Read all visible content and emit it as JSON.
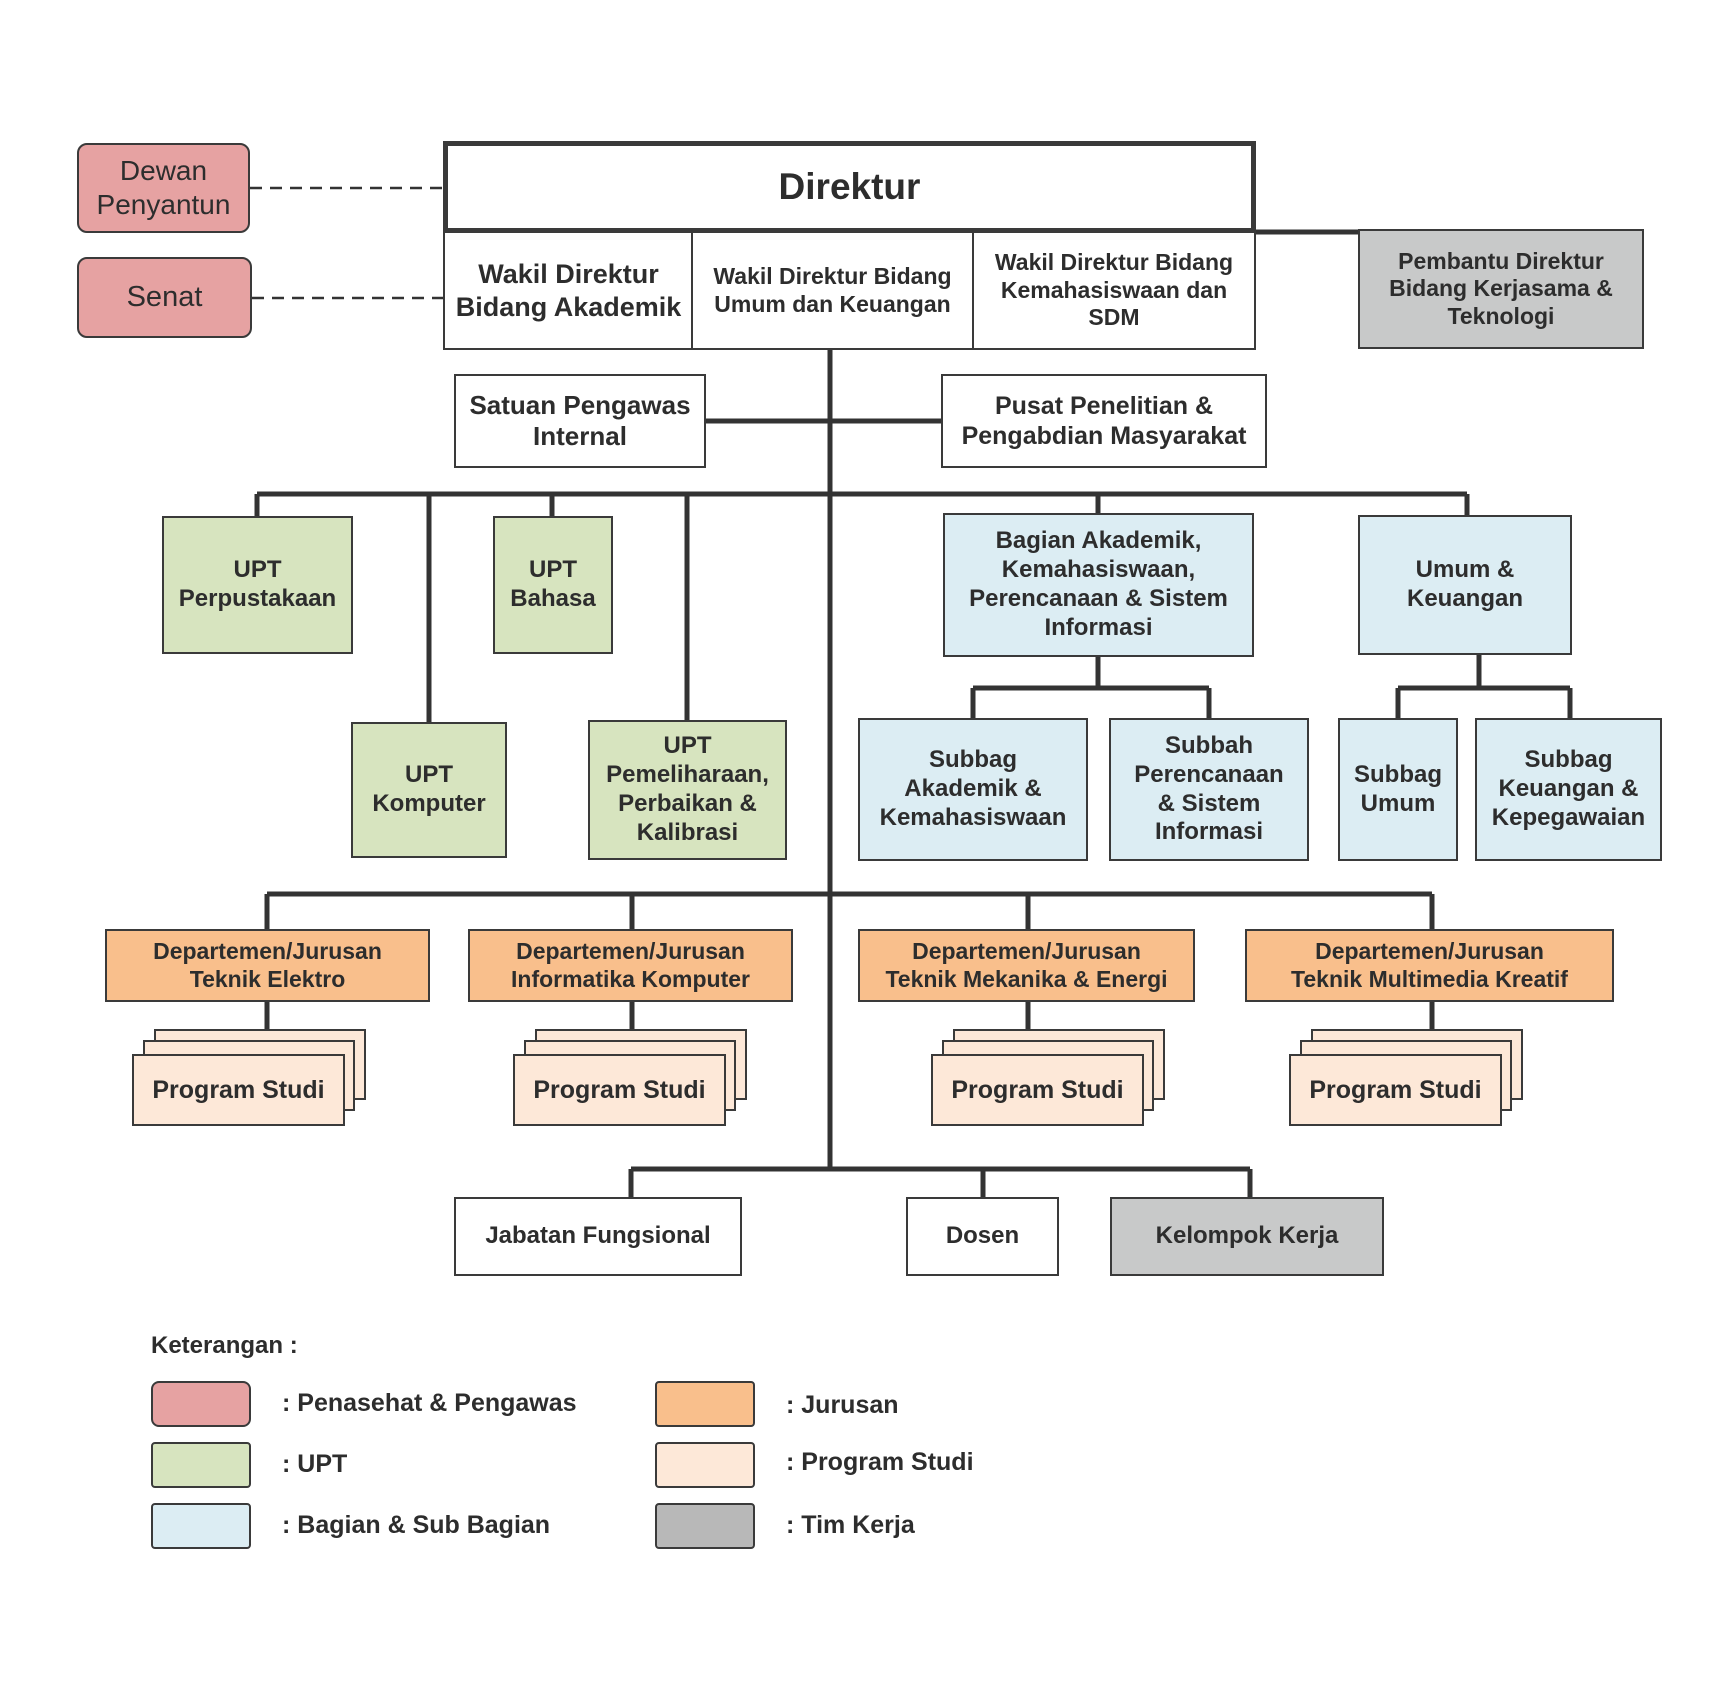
{
  "nodes": {
    "dewan": "Dewan\nPenyantun",
    "senat": "Senat",
    "direktur": "Direktur",
    "wadir_akademik": "Wakil Direktur\nBidang Akademik",
    "wadir_umum": "Wakil Direktur Bidang\nUmum dan Keuangan",
    "wadir_kemahasiswaan": "Wakil Direktur Bidang\nKemahasiswaan dan\nSDM",
    "pembantu_direktur": "Pembantu Direktur\nBidang Kerjasama &\nTeknologi",
    "spi": "Satuan Pengawas\nInternal",
    "p3m": "Pusat Penelitian &\nPengabdian Masyarakat",
    "upt_perpustakaan": "UPT\nPerpustakaan",
    "upt_bahasa": "UPT\nBahasa",
    "upt_komputer": "UPT\nKomputer",
    "upt_pemeliharaan": "UPT\nPemeliharaan,\nPerbaikan &\nKalibrasi",
    "bagian_akademik": "Bagian Akademik,\nKemahasiswaan,\nPerencanaan & Sistem\nInformasi",
    "umum_keuangan": "Umum &\nKeuangan",
    "subbag_akademik": "Subbag\nAkademik &\nKemahasiswaan",
    "subbah_perencanaan": "Subbah\nPerencanaan\n& Sistem\nInformasi",
    "subbag_umum": "Subbag\nUmum",
    "subbag_keuangan": "Subbag\nKeuangan &\nKepegawaian",
    "dept_elektro": "Departemen/Jurusan\nTeknik Elektro",
    "dept_informatika": "Departemen/Jurusan\nInformatika Komputer",
    "dept_mekanika": "Departemen/Jurusan\nTeknik Mekanika & Energi",
    "dept_multimedia": "Departemen/Jurusan\nTeknik Multimedia Kreatif",
    "prodi_1": "Program Studi",
    "prodi_2": "Program Studi",
    "prodi_3": "Program Studi",
    "prodi_4": "Program Studi",
    "jabatan_fungsional": "Jabatan Fungsional",
    "dosen": "Dosen",
    "kelompok_kerja": "Kelompok Kerja"
  },
  "legend": {
    "title": "Keterangan :",
    "items": [
      {
        "label": ": Penasehat & Pengawas",
        "color": "#e6a2a2"
      },
      {
        "label": ": UPT",
        "color": "#d7e4bf"
      },
      {
        "label": ": Bagian & Sub Bagian",
        "color": "#dcedf3"
      },
      {
        "label": ": Jurusan",
        "color": "#f9bf8c"
      },
      {
        "label": ": Program Studi",
        "color": "#fde8d8"
      },
      {
        "label": ": Tim Kerja",
        "color": "#b8b8b8"
      }
    ]
  }
}
